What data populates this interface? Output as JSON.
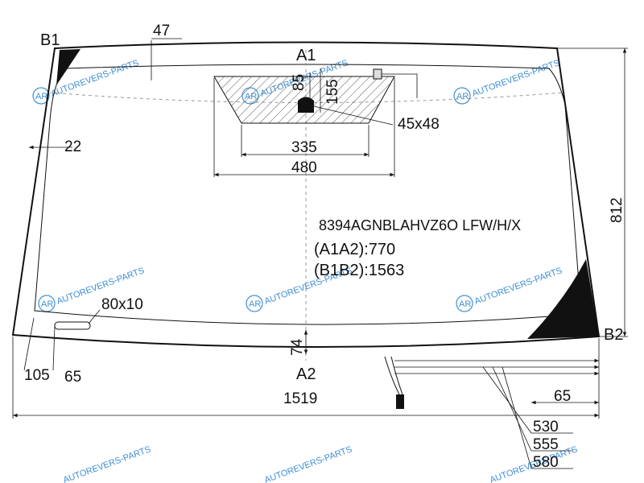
{
  "part": {
    "code": "8394AGNBLAHVZ6O LFW/H/X",
    "a1a2": "(A1A2):770",
    "b1b2": "(B1B2):1563"
  },
  "points": {
    "a1": "A1",
    "a2": "A2",
    "b1": "B1",
    "b2": "B2"
  },
  "dims": {
    "d47": "47",
    "d85": "85",
    "d155": "155",
    "d45x48": "45x48",
    "d22": "22",
    "d335": "335",
    "d480": "480",
    "d812": "812",
    "d80x10": "80x10",
    "d74": "74",
    "d105": "105",
    "d65_left": "65",
    "d1519": "1519",
    "d65_right": "65",
    "d530": "530",
    "d555": "555",
    "d580": "580"
  },
  "watermark": {
    "text": "AUTOREVERS-PARTS",
    "logo": "AR"
  },
  "colors": {
    "line": "#111111",
    "watermark": "#3f8fd6",
    "hatch": "#555555"
  }
}
